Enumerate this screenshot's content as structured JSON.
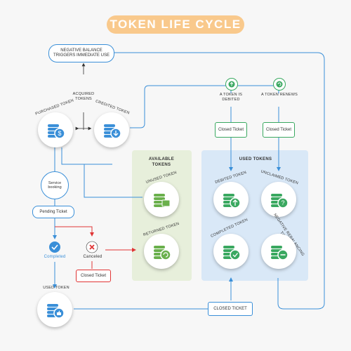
{
  "title": "TOKEN LIFE CYCLE",
  "colors": {
    "blue": "#3a8fd8",
    "green": "#6ab04c",
    "red": "#e03434",
    "orange": "#f9c98c"
  },
  "negative_balance": "NEGATIVE BALANCE TRIGGERS IMMEDIATE USE",
  "acquired_tokens": "ACQUIRED TOKENS",
  "purchased_token": "PURCHASED TOKEN",
  "credited_token": "CREDITED TOKEN",
  "debited_step": "A TOKEN IS DEBITED",
  "renews_step": "A TOKEN RENEWS",
  "closed_ticket_label": "Closed Ticket",
  "service_booking": "Service booking",
  "pending_ticket": "Pending Ticket",
  "completed": "Completed",
  "canceled": "Canceled",
  "available_tokens": "AVAILABLE TOKENS",
  "used_tokens_panel": "USED TOKENS",
  "unused_token": "UNUSED TOKEN",
  "returned_token": "RETURNED TOKEN",
  "debited_token": "DEBITED TOKEN",
  "unclaimed_token": "UNCLAIMED TOKEN",
  "completed_token": "COMPLETED TOKEN",
  "negative_rebalancing_token": "NEGATIVE REBALANCING TOKEN",
  "used_token": "USED TOKEN",
  "closed_ticket_upper": "CLOSED TICKET"
}
